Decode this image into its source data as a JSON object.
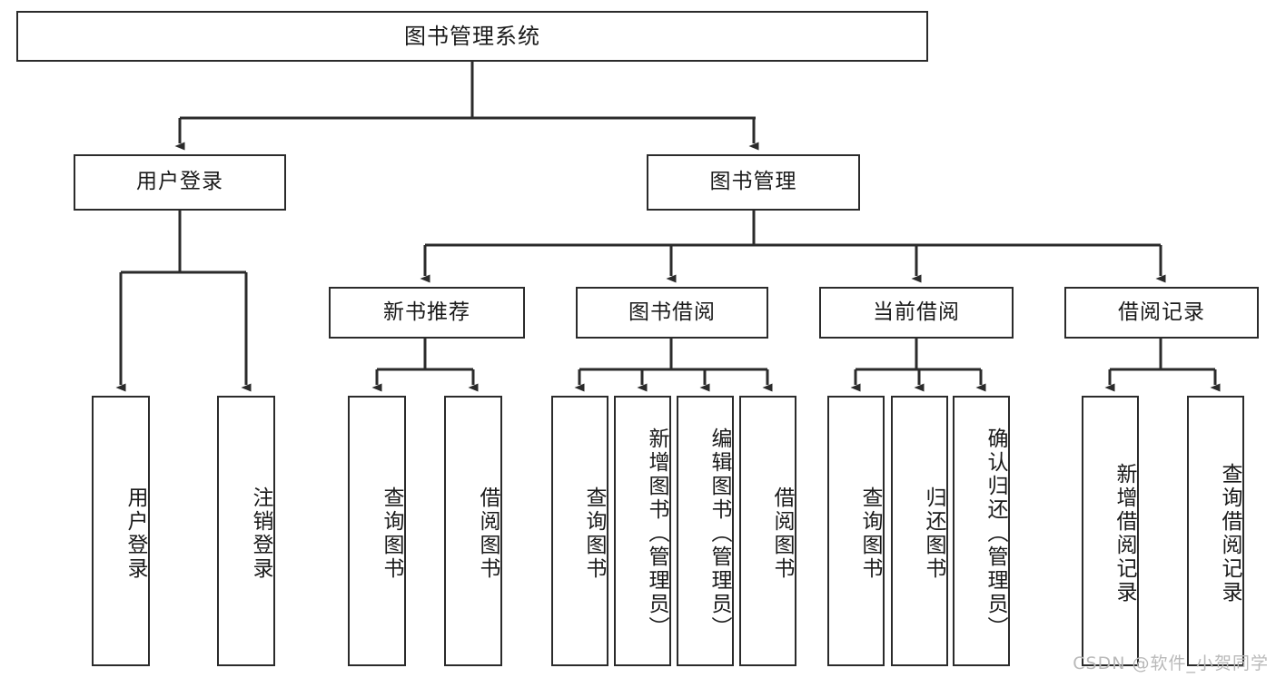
{
  "diagram": {
    "type": "hierarchy-tree",
    "title": "图书管理系统",
    "levels": 4,
    "root": {
      "label": "图书管理系统"
    },
    "level2": [
      {
        "label": "用户登录"
      },
      {
        "label": "图书管理"
      }
    ],
    "level3": [
      {
        "label": "新书推荐"
      },
      {
        "label": "图书借阅"
      },
      {
        "label": "当前借阅"
      },
      {
        "label": "借阅记录"
      }
    ],
    "leaves_user_login": [
      {
        "label": "用户登录"
      },
      {
        "label": "注销登录"
      }
    ],
    "leaves_new_books": [
      {
        "label": "查询图书"
      },
      {
        "label": "借阅图书"
      }
    ],
    "leaves_borrow": [
      {
        "label": "查询图书"
      },
      {
        "label": "新增图书（管理员）"
      },
      {
        "label": "编辑图书（管理员）"
      },
      {
        "label": "借阅图书"
      }
    ],
    "leaves_current": [
      {
        "label": "查询图书"
      },
      {
        "label": "归还图书"
      },
      {
        "label": "确认归还（管理员）"
      }
    ],
    "leaves_records": [
      {
        "label": "新增借阅记录"
      },
      {
        "label": "查询借阅记录"
      }
    ]
  },
  "watermark": {
    "text": "CSDN @软件_小贺同学"
  },
  "colors": {
    "stroke": "#2b2b2b",
    "background": "#ffffff",
    "text": "#1a1a1a",
    "watermark": "#b9b9b9"
  }
}
